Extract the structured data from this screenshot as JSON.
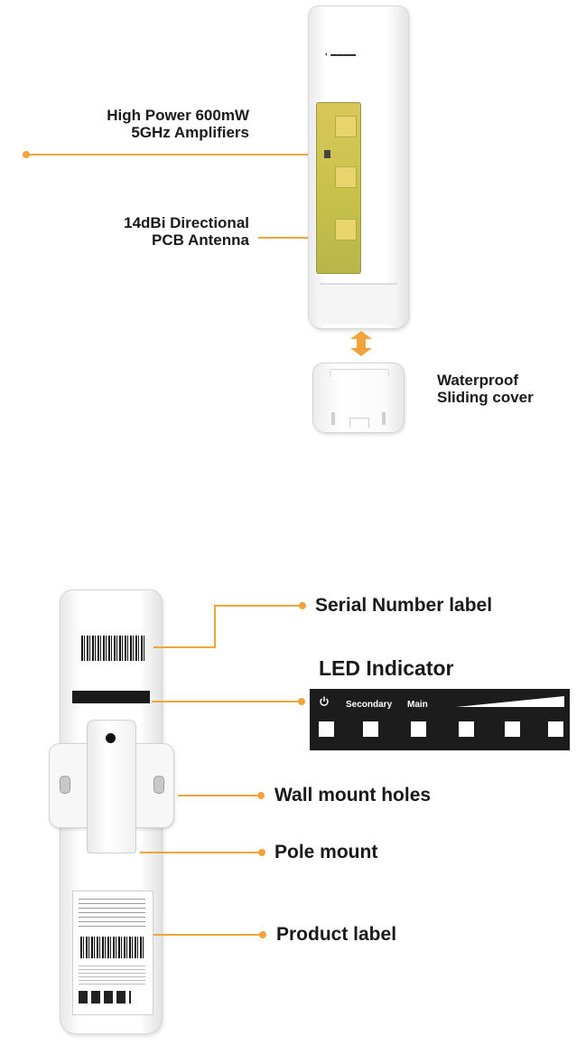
{
  "callouts": {
    "amplifiers_line1": "High Power 600mW",
    "amplifiers_line2": "5GHz Amplifiers",
    "antenna_line1": "14dBi Directional",
    "antenna_line2": "PCB Antenna",
    "cover_line1": "Waterproof",
    "cover_line2": "Sliding cover",
    "serial_label": "Serial Number label",
    "led_title": "LED Indicator",
    "wall_mount": "Wall mount holes",
    "pole_mount": "Pole mount",
    "product_label": "Product label"
  },
  "led_panel": {
    "secondary": "Secondary",
    "main": "Main"
  },
  "colors": {
    "accent": "#f0a43a",
    "panel": "#1c1c1c"
  },
  "icons": {
    "power": "power-icon",
    "arrow": "double-arrow-icon"
  }
}
